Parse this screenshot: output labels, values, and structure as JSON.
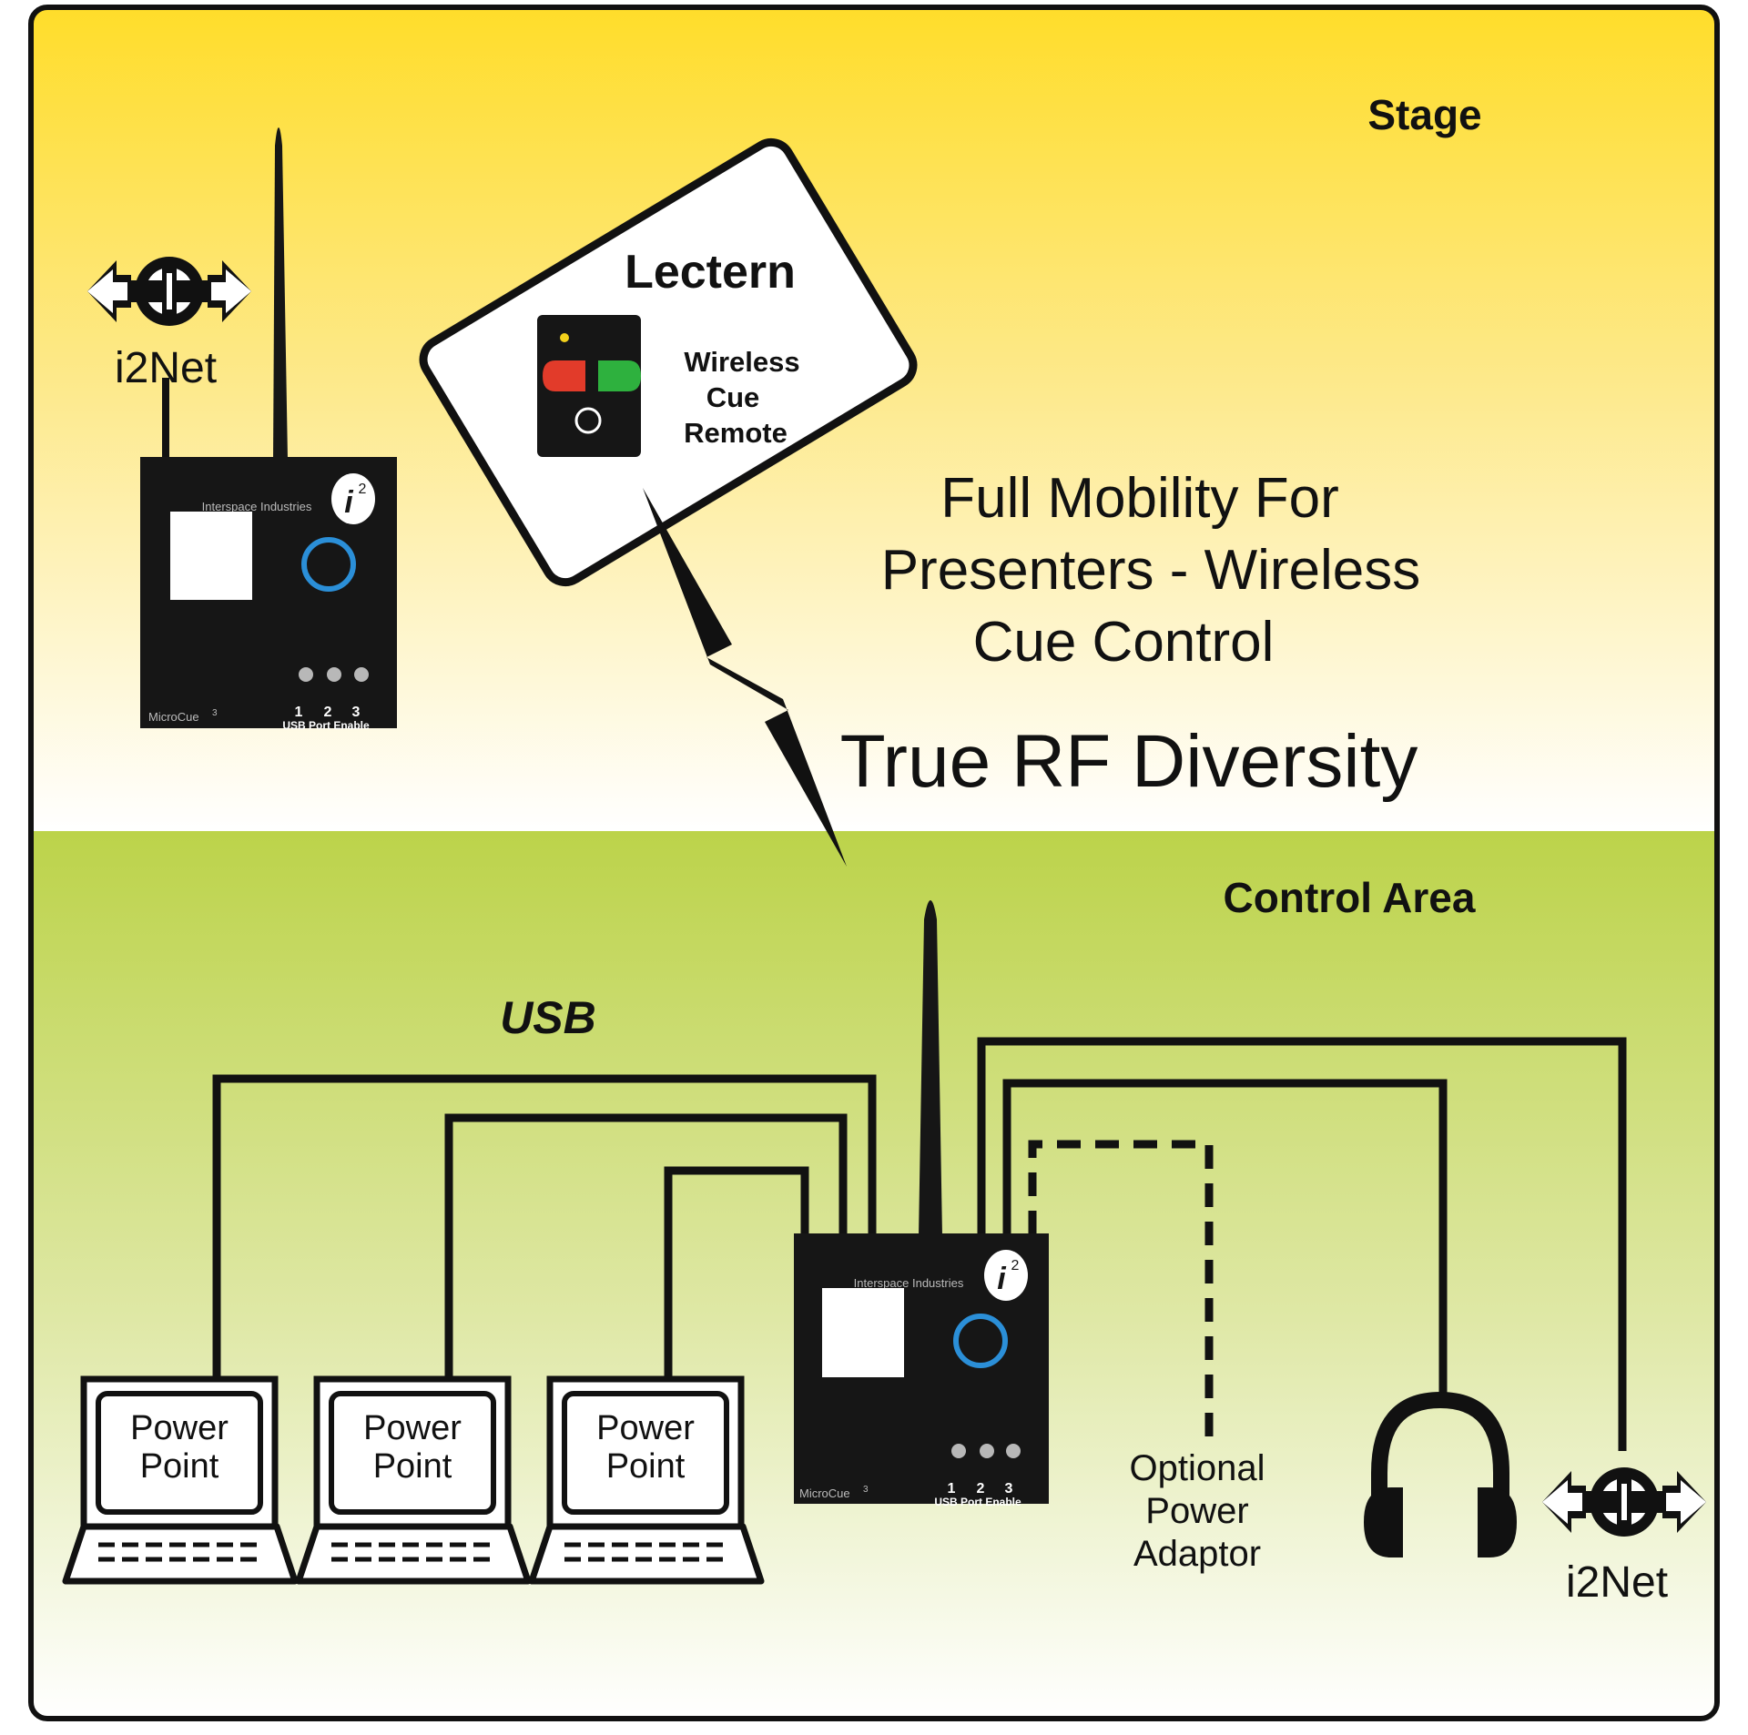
{
  "zones": {
    "stage": "Stage",
    "control": "Control Area"
  },
  "colors": {
    "stage_top": "#ffdd2a",
    "stage_bottom": "#ffffff",
    "control_top": "#bcd34a",
    "control_bottom": "#ffffff",
    "device": "#161616",
    "remote_red": "#e23b2a",
    "remote_green": "#2eb13e",
    "remote_led": "#f3d11b",
    "button_ring": "#2b8fd8"
  },
  "stage": {
    "i2net_label": "i2Net",
    "device": {
      "maker": "Interspace Industries",
      "model": "MicroCue",
      "model_sup": "3",
      "port_numbers": [
        "1",
        "2",
        "3"
      ],
      "port_caption": "USB Port Enable",
      "logo": "i",
      "logo_sup": "2"
    },
    "lectern": {
      "title": "Lectern",
      "remote_lines": [
        "Wireless",
        "Cue",
        "Remote"
      ]
    },
    "mobility_lines": [
      "Full Mobility For",
      "Presenters - Wireless",
      "Cue Control"
    ],
    "rf_text": "True RF Diversity"
  },
  "control": {
    "usb_label": "USB",
    "computers": [
      {
        "line1": "Power",
        "line2": "Point"
      },
      {
        "line1": "Power",
        "line2": "Point"
      },
      {
        "line1": "Power",
        "line2": "Point"
      }
    ],
    "device": {
      "maker": "Interspace Industries",
      "model": "MicroCue",
      "model_sup": "3",
      "port_numbers": [
        "1",
        "2",
        "3"
      ],
      "port_caption": "USB Port Enable",
      "logo": "i",
      "logo_sup": "2"
    },
    "power_lines": [
      "Optional",
      "Power",
      "Adaptor"
    ],
    "i2net_label": "i2Net",
    "headphones_icon": "headphones-icon"
  }
}
